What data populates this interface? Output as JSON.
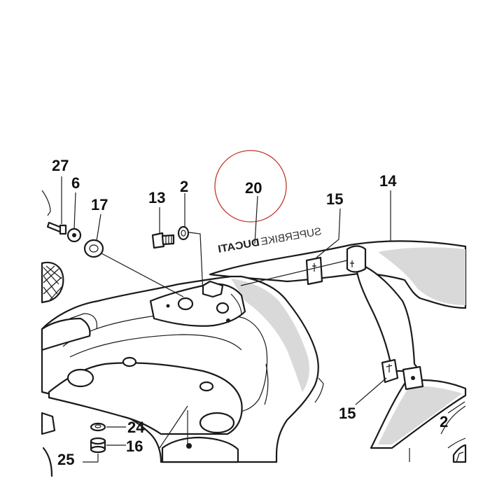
{
  "callouts": {
    "c27": "27",
    "c6": "6",
    "c17": "17",
    "c13": "13",
    "c2a": "2",
    "c20": "20",
    "c15a": "15",
    "c14": "14",
    "c15b": "15",
    "c2b": "2",
    "c24": "24",
    "c16": "16",
    "c25": "25"
  },
  "decal": {
    "brand": "DUCATI",
    "model": "SUPERBIKE"
  },
  "colors": {
    "highlight_circle": "#c0392b",
    "line": "#1a1a1a"
  }
}
